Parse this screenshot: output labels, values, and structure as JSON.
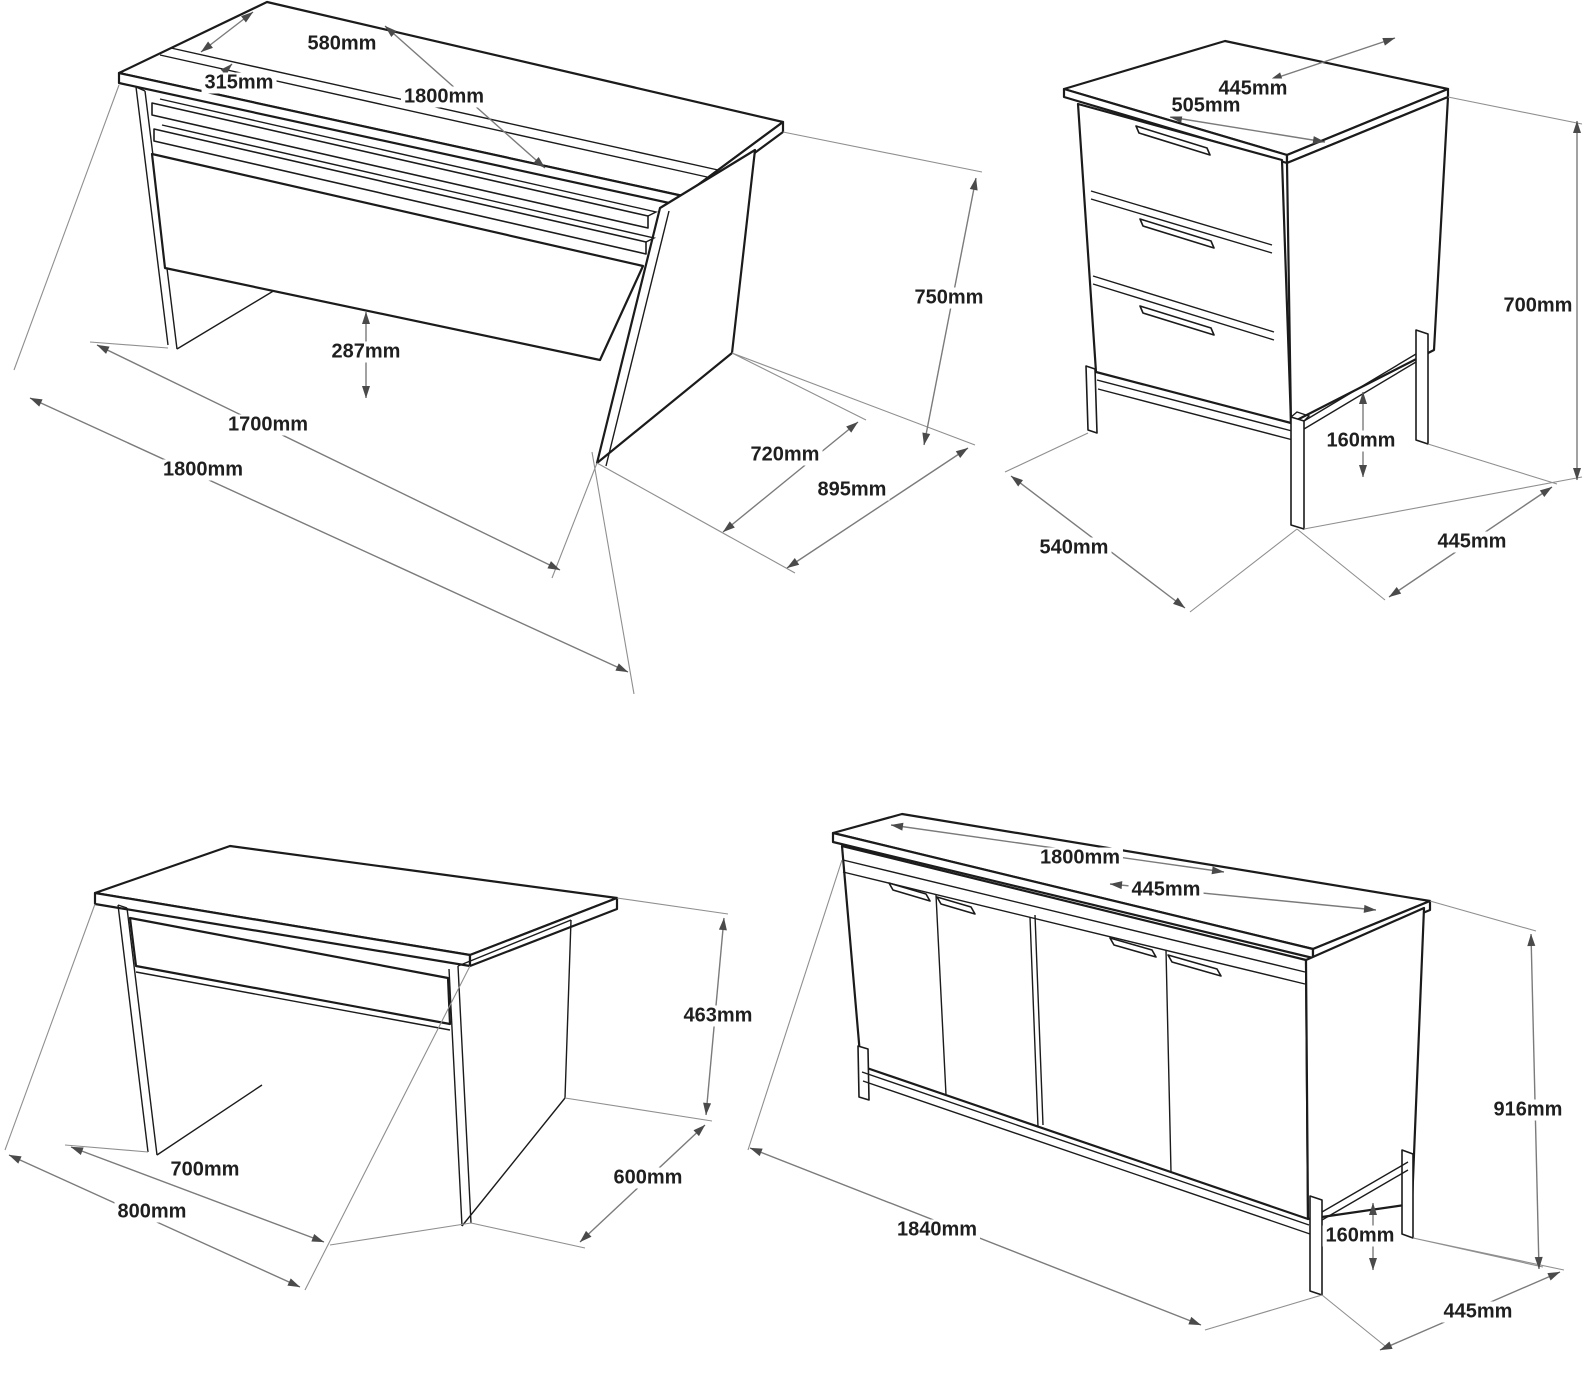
{
  "sheet": {
    "type": "furniture dimension diagram",
    "units": "mm",
    "background": "#ffffff",
    "line_color": "#1b1b1b",
    "dimension_line_color": "#7b7b7b",
    "label_color": "#1f1f1f"
  },
  "items": [
    {
      "id": "desk",
      "kind": "desk with shelf niche",
      "dims": [
        "580mm",
        "315mm",
        "1800mm",
        "287mm",
        "1700mm",
        "1800mm",
        "720mm",
        "895mm",
        "750mm"
      ]
    },
    {
      "id": "drawer-unit",
      "kind": "three-drawer bedside unit on metal legs",
      "dims": [
        "445mm",
        "505mm",
        "700mm",
        "160mm",
        "540mm",
        "445mm"
      ]
    },
    {
      "id": "side-table",
      "kind": "small writing table",
      "dims": [
        "463mm",
        "700mm",
        "800mm",
        "600mm"
      ]
    },
    {
      "id": "sideboard",
      "kind": "four-door sideboard on metal legs",
      "dims": [
        "1800mm",
        "445mm",
        "916mm",
        "160mm",
        "1840mm",
        "445mm"
      ]
    }
  ]
}
